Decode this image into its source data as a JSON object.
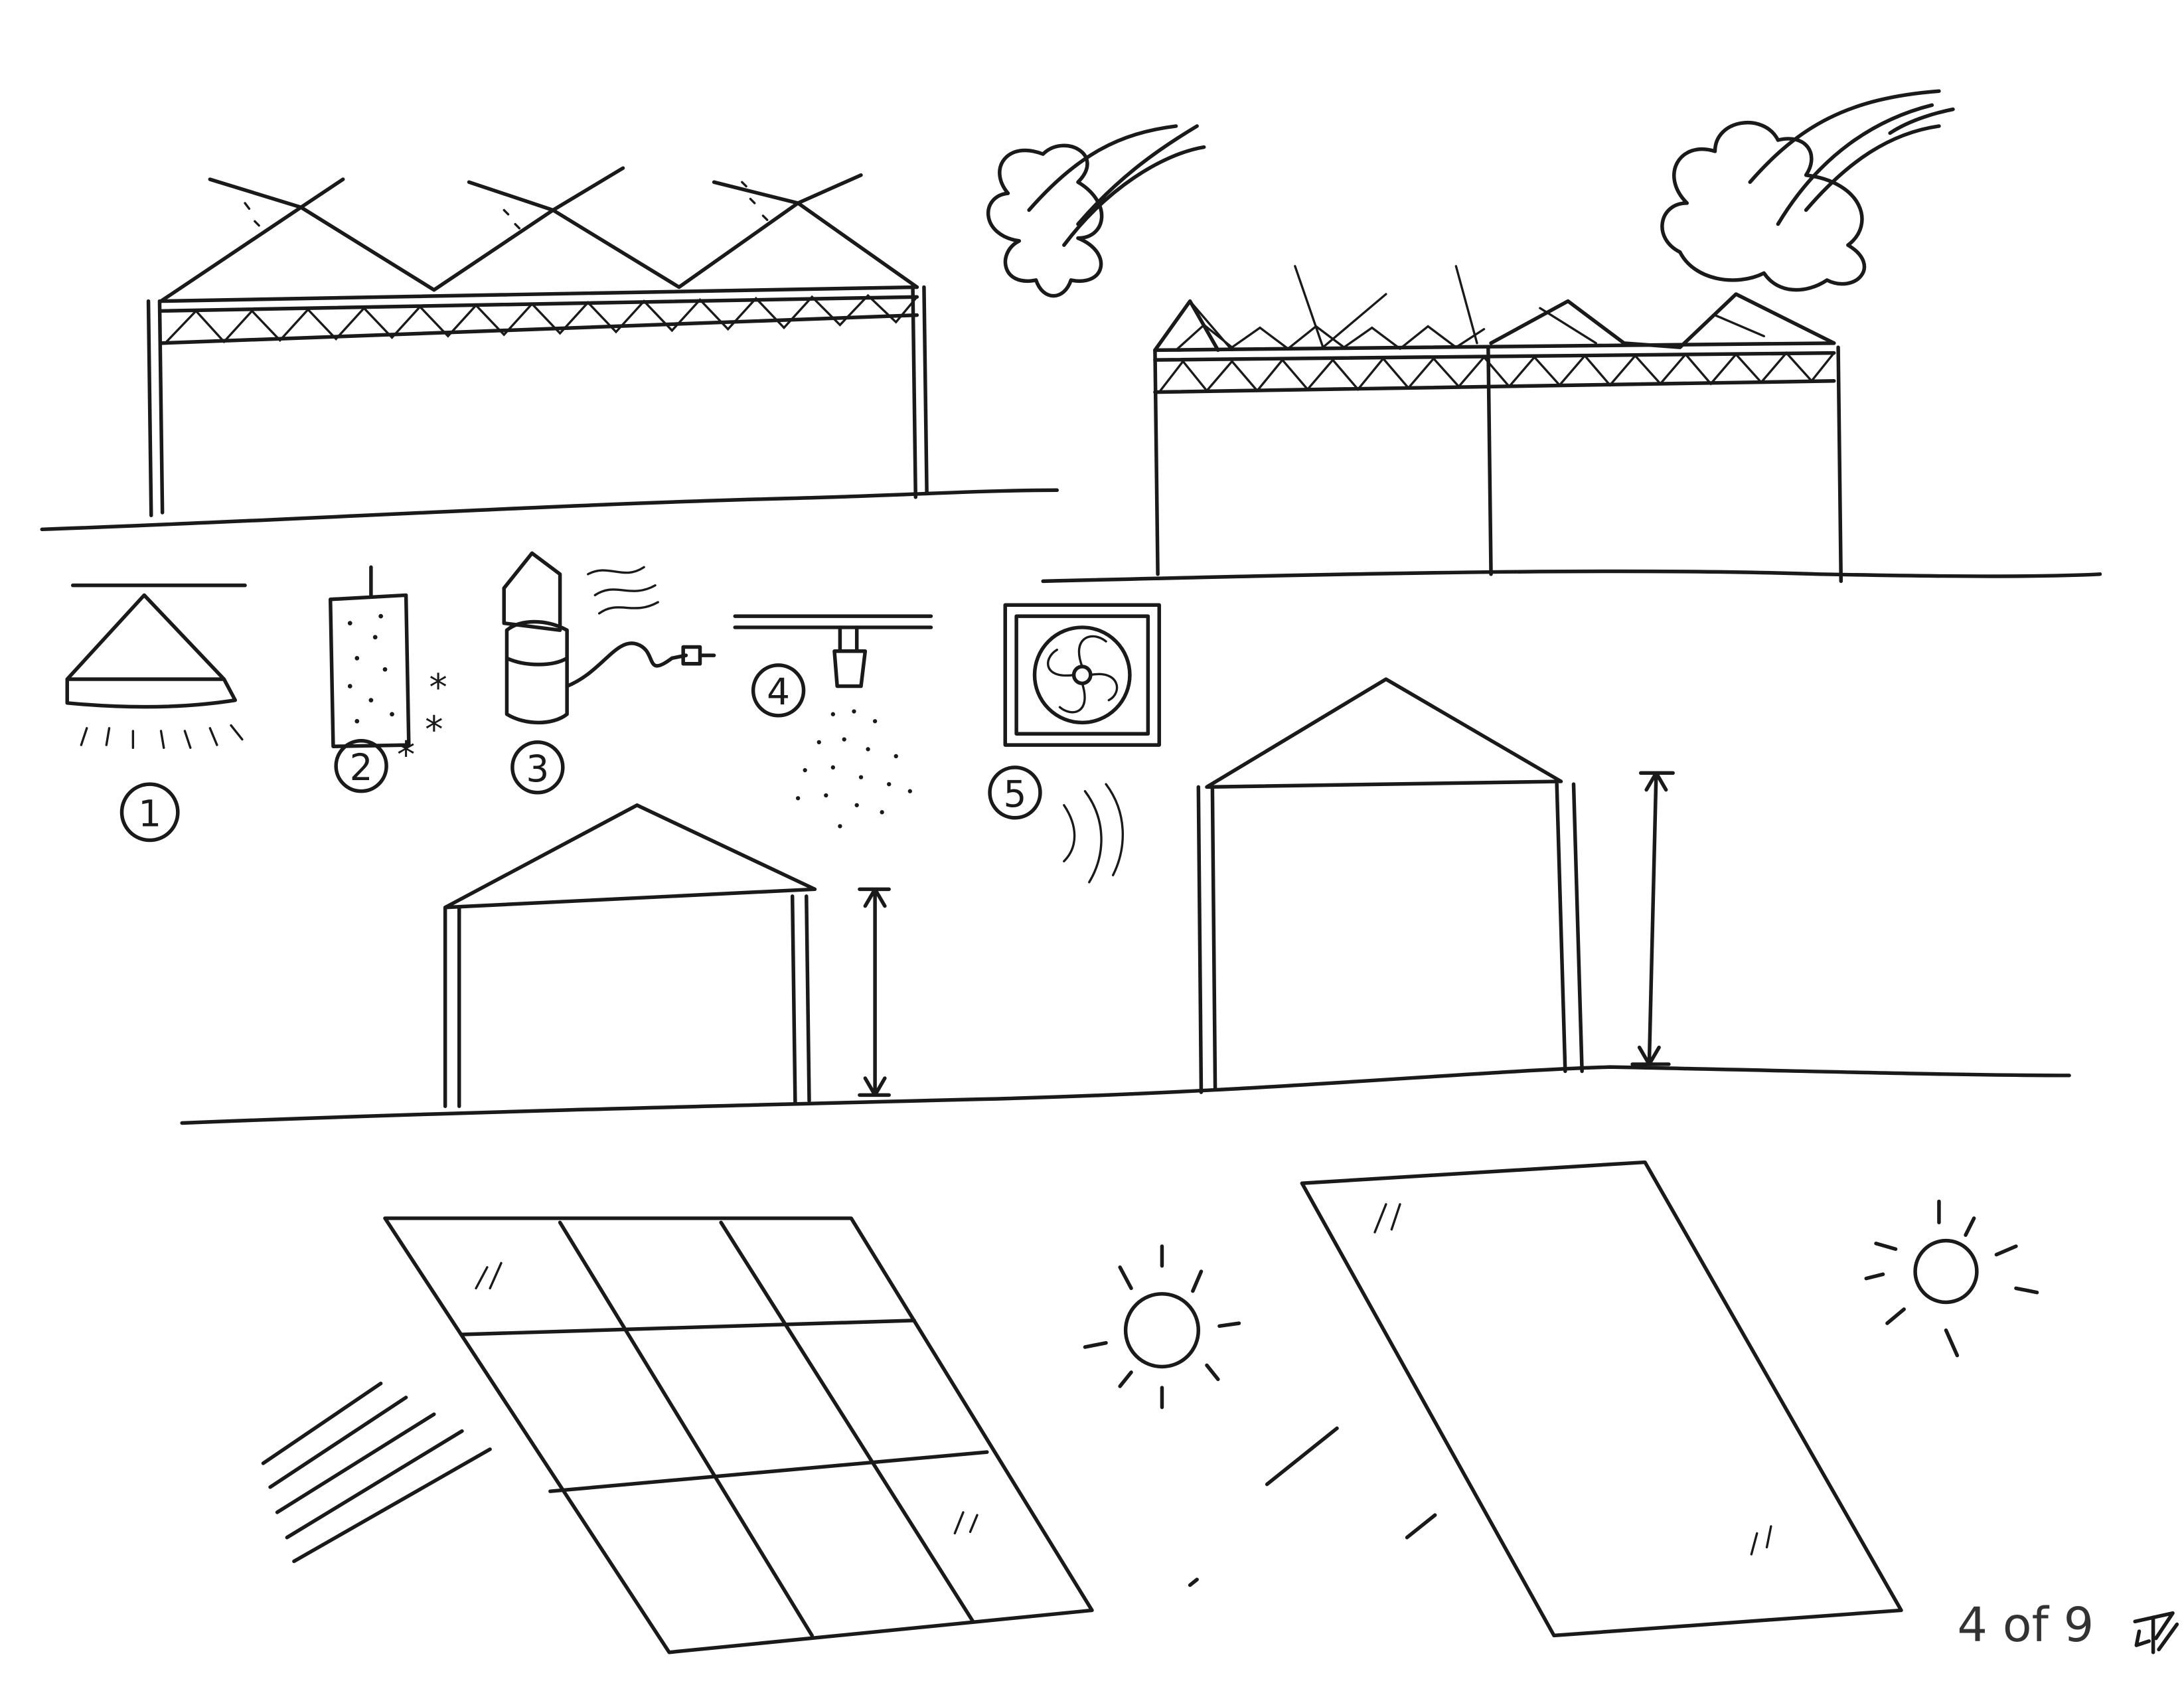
{
  "labels": {
    "item1": "1",
    "item2": "2",
    "item2_mark": "*",
    "item3": "3",
    "item4": "4",
    "item5": "5"
  },
  "page_number": "4 of 9",
  "signature": "SW",
  "ink_color": "#1a1a1a"
}
